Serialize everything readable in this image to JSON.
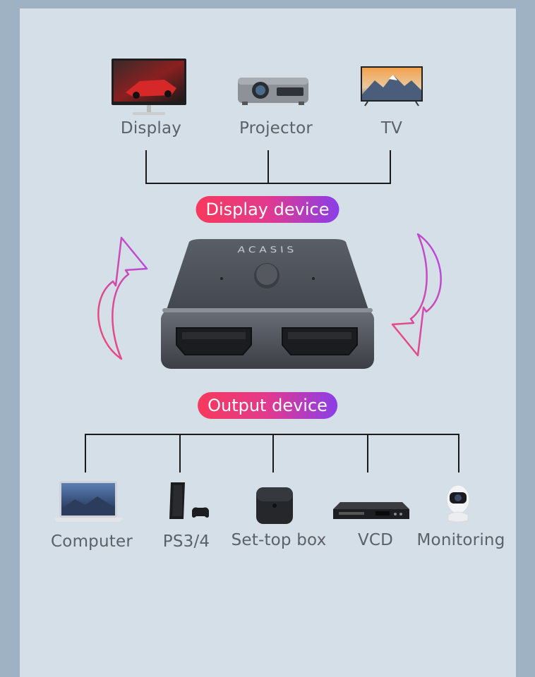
{
  "brand": "ACASIS",
  "display_section": {
    "devices": [
      {
        "label": "Display",
        "icon": "monitor-icon"
      },
      {
        "label": "Projector",
        "icon": "projector-icon"
      },
      {
        "label": "TV",
        "icon": "tv-icon"
      }
    ],
    "badge": "Display device"
  },
  "output_section": {
    "badge": "Output device",
    "devices": [
      {
        "label": "Computer",
        "icon": "laptop-icon"
      },
      {
        "label": "PS3/4",
        "icon": "game-console-icon"
      },
      {
        "label": "Set-top box",
        "icon": "set-top-box-icon"
      },
      {
        "label": "VCD",
        "icon": "vcd-player-icon"
      },
      {
        "label": "Monitoring",
        "icon": "security-camera-icon"
      }
    ]
  },
  "colors": {
    "background": "#9fb2c4",
    "panel": "#d5dfe8",
    "gradient_start": "#f7395c",
    "gradient_end": "#8a3ee8",
    "device_body": "#4a4e56"
  }
}
